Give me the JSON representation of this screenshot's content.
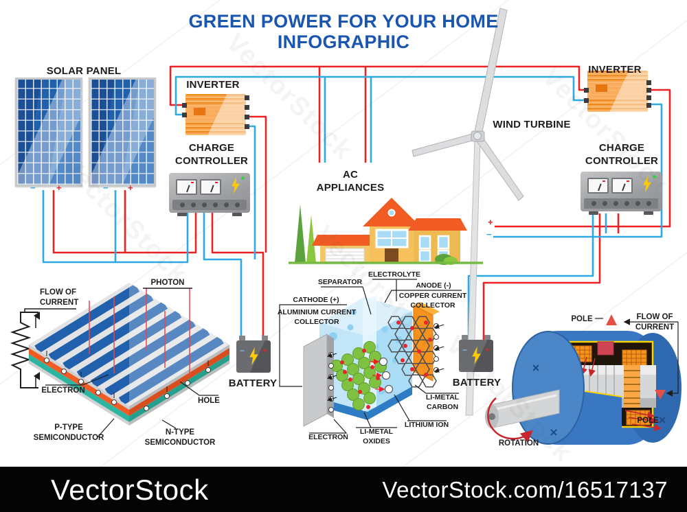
{
  "title": {
    "line1": "GREEN POWER FOR YOUR HOME",
    "line2": "INFOGRAPHIC"
  },
  "labels": {
    "solar_panel": "SOLAR PANEL",
    "inverter": "INVERTER",
    "charge_controller": "CHARGE CONTROLLER",
    "ac_appliances": "AC APPLIANCES",
    "wind_turbine": "WIND TURBINE",
    "battery": "BATTERY",
    "plus": "+",
    "minus": "−"
  },
  "pv_diagram": {
    "flow_of_current": [
      "FLOW OF",
      "CURRENT"
    ],
    "photon": "PHOTON",
    "electron": "ELECTRON",
    "hole": "HOLE",
    "p_type": [
      "P-TYPE",
      "SEMICONDUCTOR"
    ],
    "n_type": [
      "N-TYPE",
      "SEMICONDUCTOR"
    ]
  },
  "battery_diagram": {
    "separator": "SEPARATOR",
    "electrolyte": "ELECTROLYTE",
    "cathode": [
      "CATHODE (+)",
      "ALUMINIUM CURRENT",
      "COLLECTOR"
    ],
    "anode": [
      "ANODE (-)",
      "COPPER CURRENT",
      "COLLECTOR"
    ],
    "electron": "ELECTRON",
    "li_metal_oxides": [
      "LI-METAL",
      "OXIDES"
    ],
    "lithium_ion": "LITHIUM ION",
    "li_metal_carbon": [
      "LI-METAL",
      "CARBON"
    ]
  },
  "generator_diagram": {
    "pole_top": "POLE",
    "pole_bottom": "POLE",
    "flow_of_current": [
      "FLOW OF",
      "CURRENT"
    ],
    "rotation": "ROTATION"
  },
  "footer": {
    "brand": "VectorStock",
    "url": "VectorStock.com/16517137"
  },
  "watermark": "VectorStock",
  "colors": {
    "title_blue": "#1a56b0",
    "wire_red": "#ed2024",
    "wire_blue": "#2eaae2",
    "accent_orange": "#f6921e",
    "grass_green": "#76bc43",
    "bolt_yellow": "#ffcb05"
  }
}
